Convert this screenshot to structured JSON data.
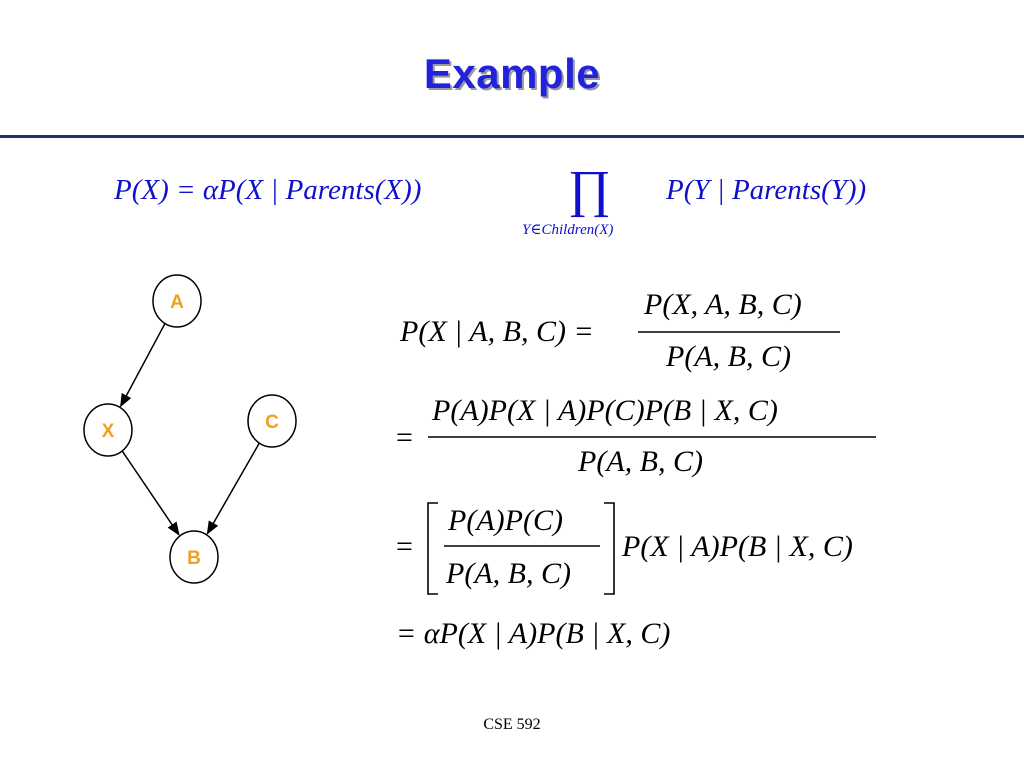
{
  "slide": {
    "title": "Example",
    "footer": "CSE 592"
  },
  "colors": {
    "title": "#2222dd",
    "title_shadow": "#9a9a9a",
    "rule": "#1f2f6e",
    "equation_top": "#1010cc",
    "node_label": "#f0a020",
    "node_stroke": "#000000",
    "equations": "#000000"
  },
  "network": {
    "nodes": [
      {
        "id": "A",
        "label": "A"
      },
      {
        "id": "X",
        "label": "X"
      },
      {
        "id": "C",
        "label": "C"
      },
      {
        "id": "B",
        "label": "B"
      }
    ],
    "edges": [
      {
        "from": "A",
        "to": "X"
      },
      {
        "from": "X",
        "to": "B"
      },
      {
        "from": "C",
        "to": "B"
      }
    ]
  },
  "equations": {
    "top": {
      "lhs": "P(X) = αP(X | Parents(X))",
      "product_symbol": "∏",
      "product_subscript": "Y∈Children(X)",
      "rhs": "P(Y | Parents(Y))"
    },
    "line1": {
      "lhs": "P(X | A, B, C) =",
      "numerator": "P(X, A, B, C)",
      "denominator": "P(A, B, C)"
    },
    "line2": {
      "prefix": "=",
      "numerator": "P(A)P(X | A)P(C)P(B | X, C)",
      "denominator": "P(A, B, C)"
    },
    "line3": {
      "prefix": "=",
      "numerator": "P(A)P(C)",
      "denominator": "P(A, B, C)",
      "suffix": "P(X | A)P(B | X, C)"
    },
    "line4": {
      "text": "= αP(X | A)P(B | X, C)"
    }
  }
}
